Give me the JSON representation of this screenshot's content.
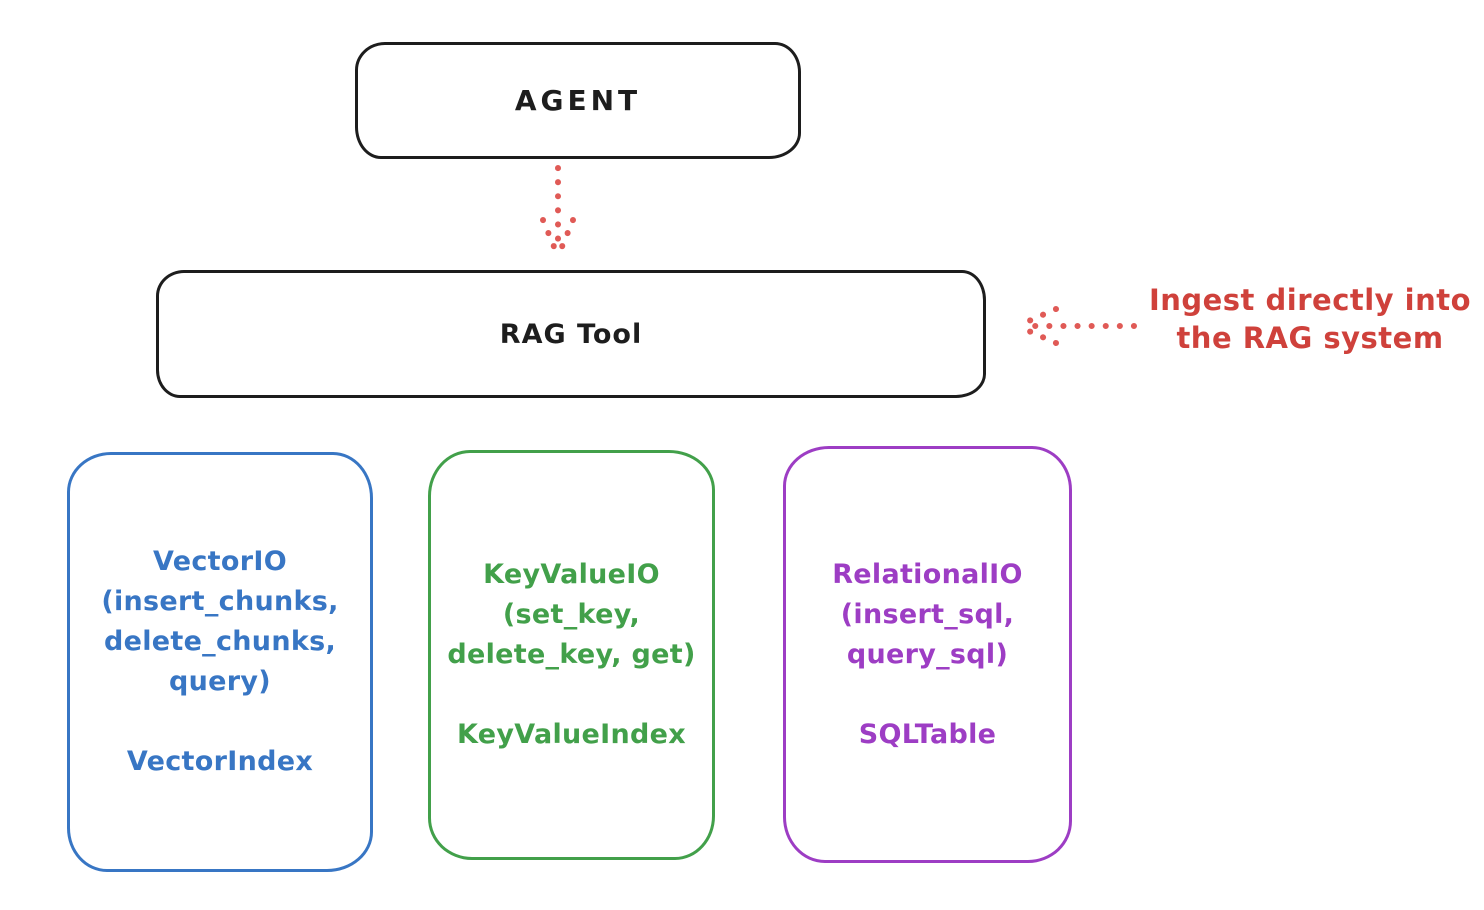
{
  "diagram": {
    "agent": {
      "label": "AGENT",
      "color": "#1d1d1d"
    },
    "rag_tool": {
      "label": "RAG Tool",
      "color": "#1d1d1d"
    },
    "annotation": {
      "line1": "Ingest directly into",
      "line2": "the RAG system",
      "color": "#cf413b"
    },
    "arrow_color": "#e05a56",
    "cards": {
      "vector": {
        "lines": [
          "VectorIO",
          "(insert_chunks,",
          "delete_chunks,",
          "query)"
        ],
        "index": "VectorIndex",
        "color": "#3876c4"
      },
      "keyvalue": {
        "lines": [
          "KeyValueIO",
          "(set_key,",
          "delete_key, get)"
        ],
        "index": "KeyValueIndex",
        "color": "#42a04a"
      },
      "relational": {
        "lines": [
          "RelationalIO",
          "(insert_sql,",
          "query_sql)"
        ],
        "index": "SQLTable",
        "color": "#9d3dc4"
      }
    }
  }
}
